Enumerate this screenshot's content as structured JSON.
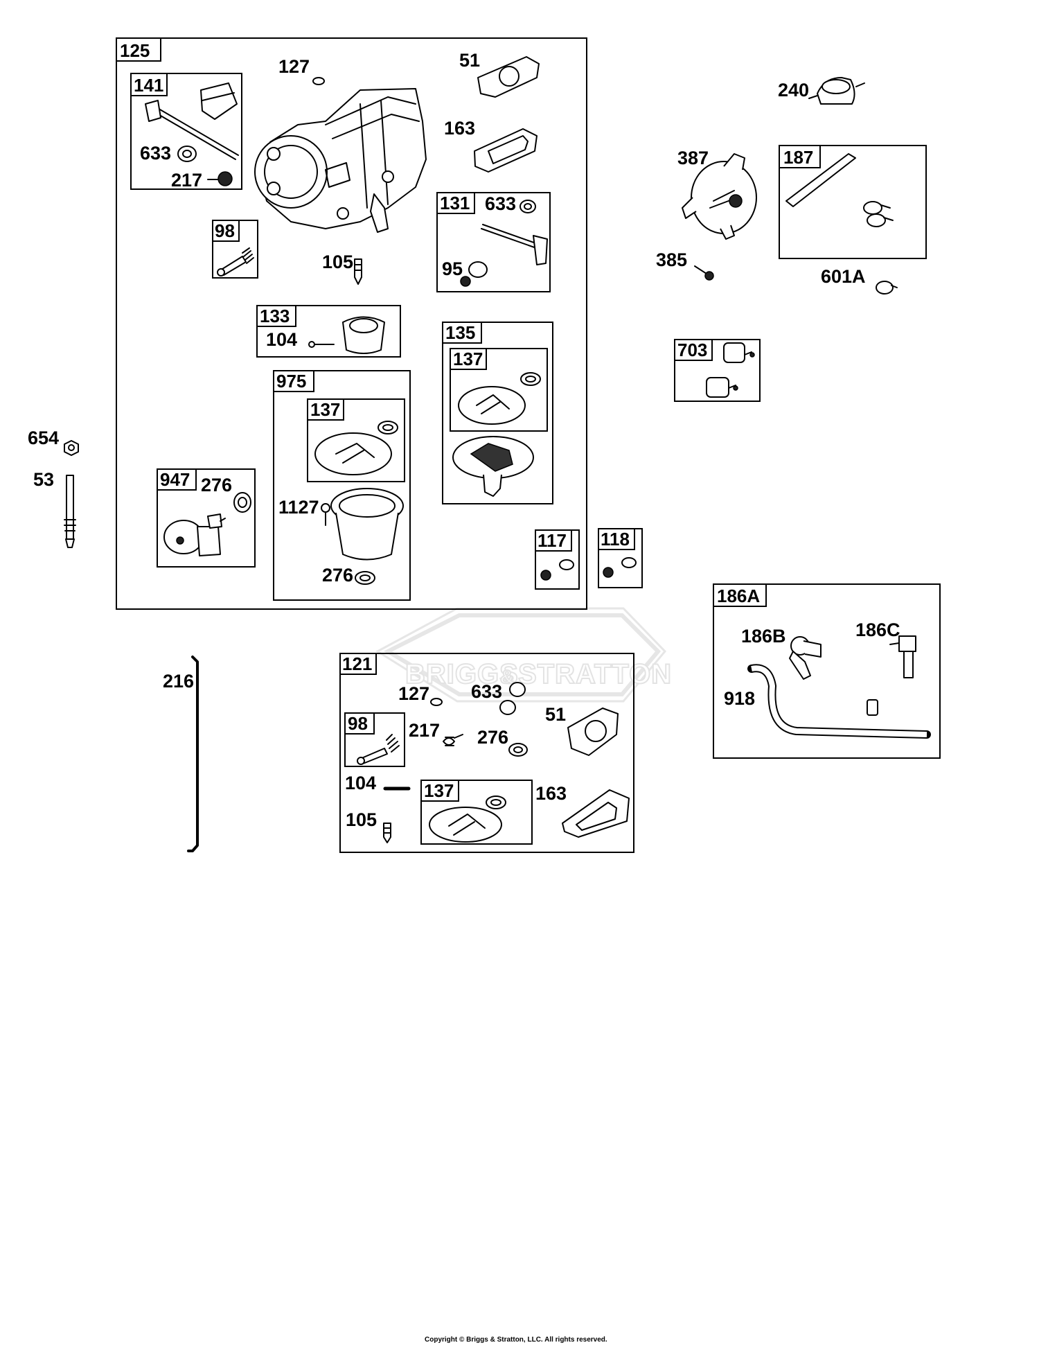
{
  "watermark": {
    "line1": "BRIGGS",
    "amp": "&",
    "line2": "STRATTON"
  },
  "copyright": "Copyright © Briggs & Stratton, LLC. All rights reserved.",
  "groups": {
    "g125": "125",
    "g141": "141",
    "g98a": "98",
    "g131": "131",
    "g133": "133",
    "g135": "135",
    "g137a": "137",
    "g975": "975",
    "g137b": "137",
    "g947": "947",
    "g117": "117",
    "g118": "118",
    "g187": "187",
    "g703": "703",
    "g186a": "186A",
    "g121": "121",
    "g98b": "98",
    "g137c": "137"
  },
  "labels": {
    "l127a": "127",
    "l51a": "51",
    "l633a": "633",
    "l217a": "217",
    "l163a": "163",
    "l105a": "105",
    "l633b": "633",
    "l95": "95",
    "l104a": "104",
    "l276a": "276",
    "l1127": "1127",
    "l276b": "276",
    "l240": "240",
    "l387": "387",
    "l385": "385",
    "l601a": "601A",
    "l654": "654",
    "l53": "53",
    "l216": "216",
    "l186b": "186B",
    "l186c": "186C",
    "l918": "918",
    "l127b": "127",
    "l633c": "633",
    "l51b": "51",
    "l217b": "217",
    "l276c": "276",
    "l104b": "104",
    "l105b": "105",
    "l163b": "163"
  }
}
